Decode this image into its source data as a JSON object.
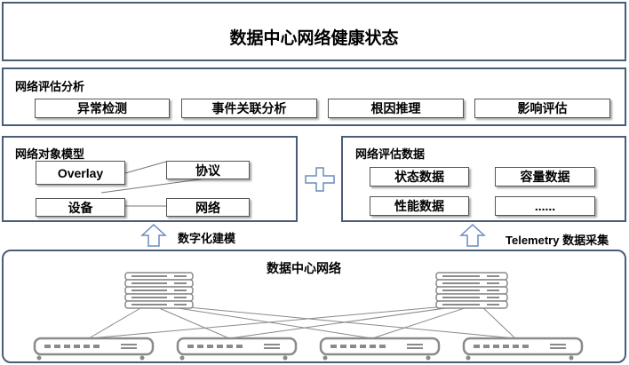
{
  "header": {
    "title": "数据中心网络健康状态"
  },
  "analysis": {
    "heading": "网络评估分析",
    "items": [
      "异常检测",
      "事件关联分析",
      "根因推理",
      "影响评估"
    ]
  },
  "model": {
    "heading": "网络对象模型",
    "nodes": {
      "overlay": "Overlay",
      "protocol": "协议",
      "device": "设备",
      "network": "网络"
    }
  },
  "eval_data": {
    "heading": "网络评估数据",
    "items": [
      "状态数据",
      "容量数据",
      "性能数据",
      "......"
    ]
  },
  "arrows": {
    "left": "数字化建模",
    "right": "Telemetry 数据采集"
  },
  "dc_network": {
    "heading": "数据中心网络"
  },
  "colors": {
    "border": "#4a5d78",
    "arrow": "#6b8cba",
    "device": "#8a8a8a"
  }
}
